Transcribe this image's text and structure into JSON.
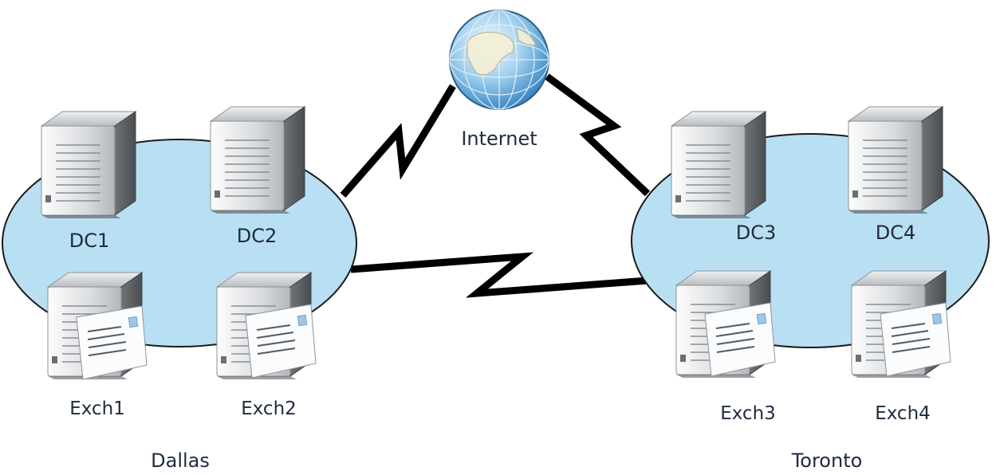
{
  "internet": {
    "label": "Internet"
  },
  "sites": [
    {
      "name": "Dallas",
      "domain_controllers": [
        "DC1",
        "DC2"
      ],
      "exchange_servers": [
        "Exch1",
        "Exch2"
      ]
    },
    {
      "name": "Toronto",
      "domain_controllers": [
        "DC3",
        "DC4"
      ],
      "exchange_servers": [
        "Exch3",
        "Exch4"
      ]
    }
  ],
  "links": [
    {
      "from": "Dallas",
      "to": "Internet"
    },
    {
      "from": "Toronto",
      "to": "Internet"
    },
    {
      "from": "Dallas",
      "to": "Toronto"
    }
  ],
  "colors": {
    "site_fill": "#b9dff3",
    "site_stroke": "#1b1b1b",
    "link": "#000000",
    "label": "#1f2b3d"
  }
}
